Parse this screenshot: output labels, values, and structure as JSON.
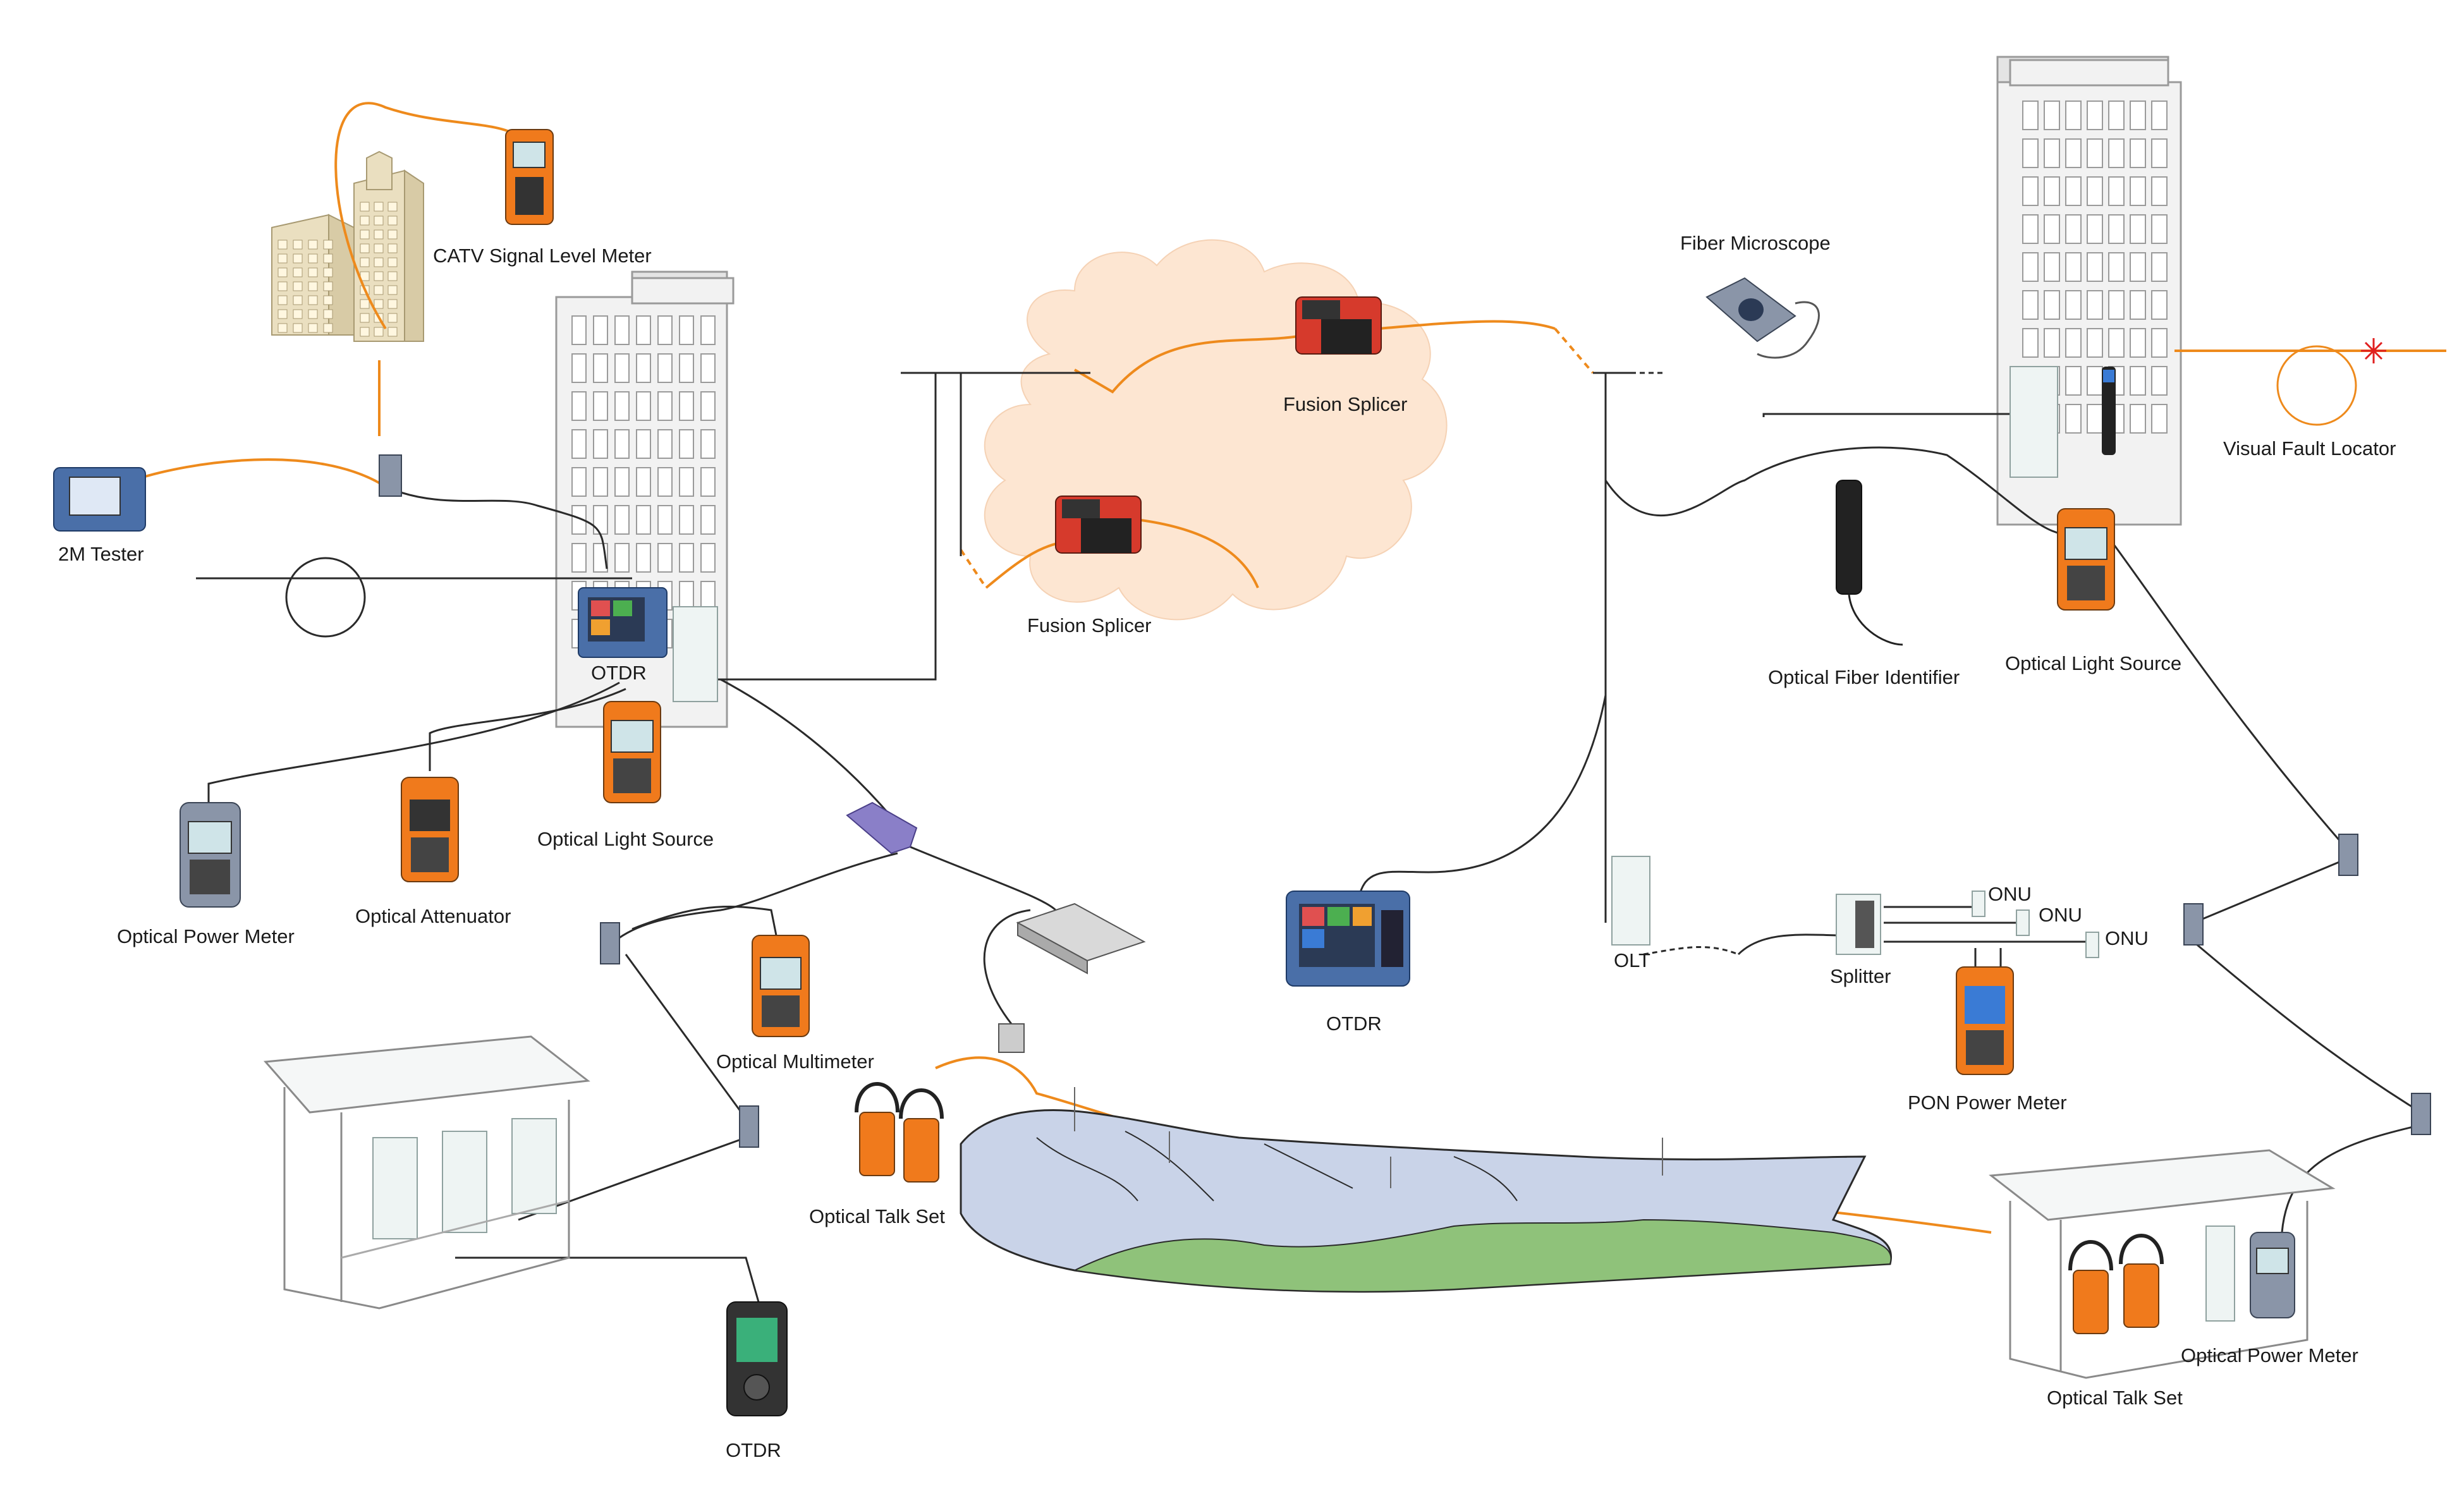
{
  "labels": {
    "catv_meter": "CATV Signal Level Meter",
    "tester_2m": "2M Tester",
    "otdr_building": "OTDR",
    "optical_light_source_left": "Optical Light Source",
    "optical_power_meter_left": "Optical Power Meter",
    "optical_attenuator": "Optical Attenuator",
    "fusion_splicer_top": "Fusion Splicer",
    "fusion_splicer_bottom": "Fusion Splicer",
    "optical_multimeter": "Optical Multimeter",
    "optical_talk_set_left": "Optical Talk Set",
    "otdr_handheld": "OTDR",
    "otdr_center": "OTDR",
    "fiber_microscope": "Fiber Microscope",
    "visual_fault_locator": "Visual Fault Locator",
    "optical_fiber_identifier": "Optical Fiber Identifier",
    "optical_light_source_right": "Optical Light Source",
    "olt": "OLT",
    "splitter": "Splitter",
    "onu_1": "ONU",
    "onu_2": "ONU",
    "onu_3": "ONU",
    "pon_power_meter": "PON Power Meter",
    "optical_power_meter_right": "Optical Power Meter",
    "optical_talk_set_right": "Optical Talk Set"
  },
  "colors": {
    "fiber": "#ee8a1c",
    "wire": "#2a2a2a",
    "cloud": "#fde6d2",
    "meter_orange": "#f07a1c",
    "meter_blue": "#4a6fa8",
    "landscape_green": "#8fc27a",
    "landscape_blue": "#c9d3e8"
  },
  "icons": {
    "buildings": "apartment-buildings-icon",
    "tower": "office-tower-icon",
    "cloud": "cloud-icon",
    "landscape": "mountain-landscape-icon",
    "shelter": "equipment-shelter-icon",
    "fiber_coil": "fiber-coil-icon",
    "laser": "laser-starburst-icon"
  }
}
